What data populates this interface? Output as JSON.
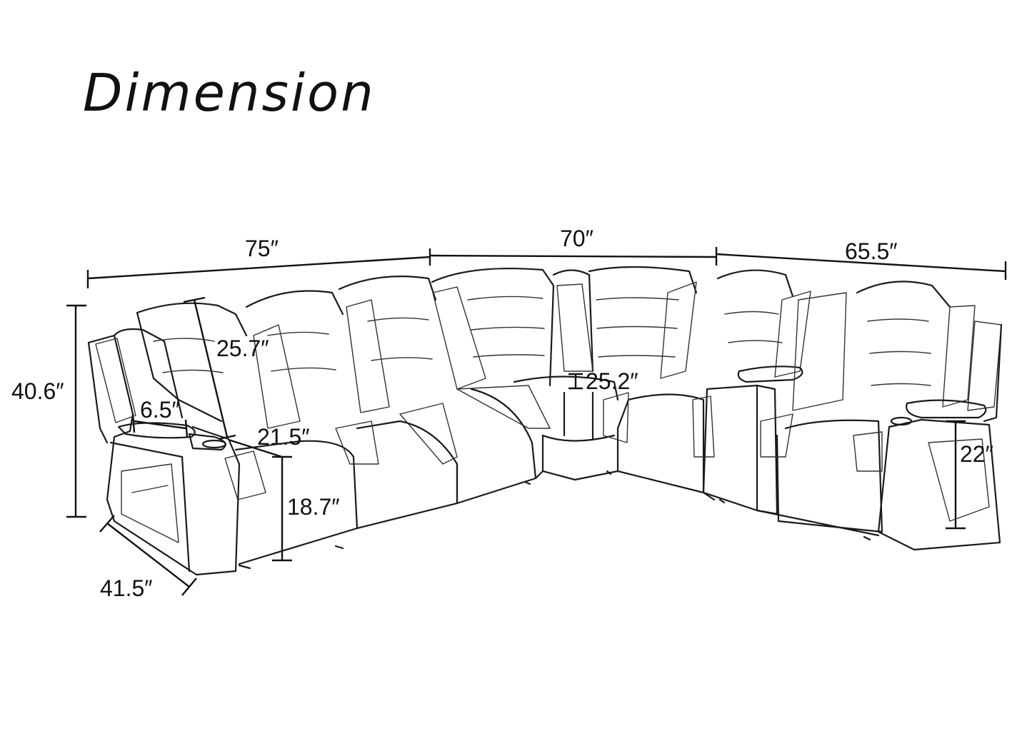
{
  "title": "Dimension",
  "dimensions": {
    "width_left": "75″",
    "width_middle": "70″",
    "width_right": "65.5″",
    "height_total": "40.6″",
    "back_height": "25.7″",
    "arm_width": "6.5″",
    "seat_depth": "21.5″",
    "seat_height": "18.7″",
    "depth": "41.5″",
    "corner_depth": "25.2″",
    "arm_height": "22″"
  }
}
